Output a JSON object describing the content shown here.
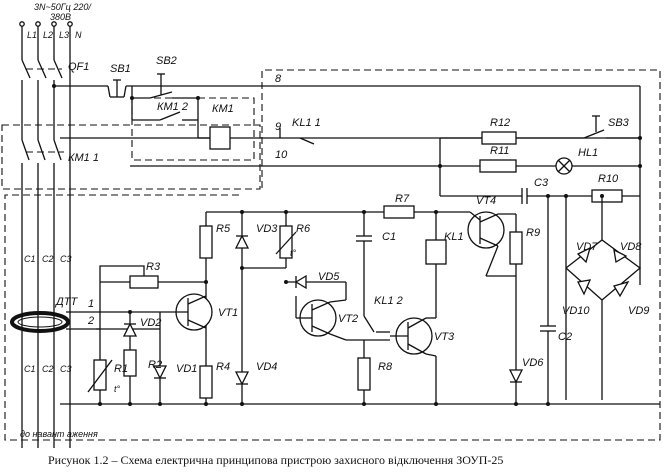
{
  "supply": {
    "line1": "3N~50Гц 220/",
    "line2": "380В"
  },
  "phases": [
    "L1",
    "L2",
    "L3",
    "N"
  ],
  "breaker": "QF1",
  "buttons": {
    "sb1": "SB1",
    "sb2": "SB2",
    "sb3": "SB3"
  },
  "contacts": {
    "km12": "КМ1 2",
    "km11": "КМ1 1",
    "kl11": "KL1 1",
    "kl12": "KL1 2"
  },
  "coil_km1": "КМ1",
  "coil_kl1": "KL1",
  "nodes": {
    "n8": "8",
    "n9": "9",
    "n10": "10"
  },
  "resistors": {
    "r1": "R1",
    "r2": "R2",
    "r3": "R3",
    "r4": "R4",
    "r5": "R5",
    "r6": "R6",
    "r7": "R7",
    "r8": "R8",
    "r9": "R9",
    "r10": "R10",
    "r11": "R11",
    "r12": "R12"
  },
  "lamp": "HL1",
  "capacitors": {
    "c1": "C1",
    "c2": "C2",
    "c3": "C3"
  },
  "transistors": {
    "vt1": "VT1",
    "vt2": "VT2",
    "vt3": "VT3",
    "vt4": "VT4"
  },
  "diodes": {
    "vd1": "VD1",
    "vd2": "VD2",
    "vd3": "VD3",
    "vd4": "VD4",
    "vd5": "VD5",
    "vd6": "VD6",
    "vd7": "VD7",
    "vd8": "VD8",
    "vd9": "VD9",
    "vd10": "VD10"
  },
  "thermo": "t°",
  "ct": {
    "label": "ДТТ",
    "term1": "1",
    "term2": "2"
  },
  "conductors_top": [
    "C1",
    "C2",
    "C3"
  ],
  "conductors_bottom": [
    "C1",
    "C2",
    "C3"
  ],
  "load_label": "до навант аження",
  "caption": "Рисунок 1.2 – Схема електрична принципова пристрою захисного відключення  ЗОУП-25"
}
